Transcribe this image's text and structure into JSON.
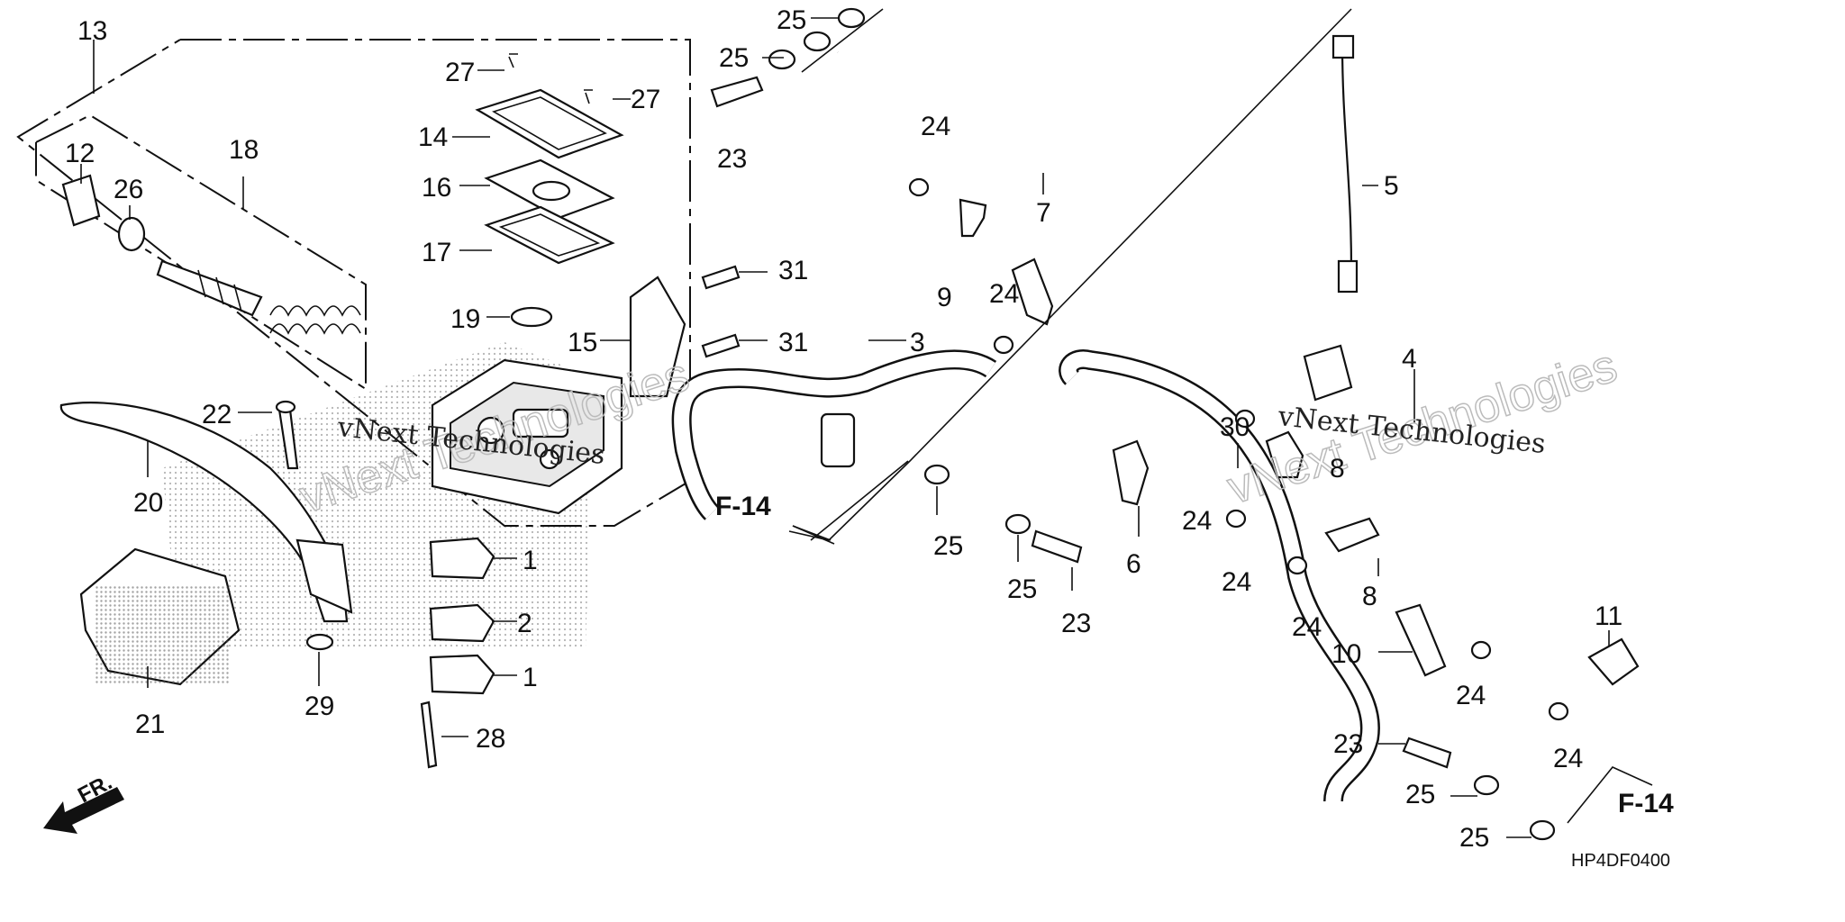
{
  "diagram_code": "HP4DF0400",
  "watermark": {
    "line1": "vNext Technologies",
    "line2": "vNext Technologies"
  },
  "direction": {
    "label": "FR."
  },
  "refs": {
    "left": "F-14",
    "right": "F-14"
  },
  "callouts": {
    "c13": "13",
    "c12": "12",
    "c26": "26",
    "c18": "18",
    "c27a": "27",
    "c27b": "27",
    "c14": "14",
    "c16": "16",
    "c17": "17",
    "c19": "19",
    "c15": "15",
    "c22": "22",
    "c20": "20",
    "c21": "21",
    "c29": "29",
    "c1a": "1",
    "c2": "2",
    "c1b": "1",
    "c28": "28",
    "c25a": "25",
    "c25b": "25",
    "c23a": "23",
    "c31a": "31",
    "c31b": "31",
    "c3": "3",
    "c24a": "24",
    "c9": "9",
    "c7": "7",
    "c24b": "24",
    "c25c": "25",
    "c25d": "25",
    "c23b": "23",
    "c6": "6",
    "c24c": "24",
    "c30": "30",
    "c8a": "8",
    "c24d": "24",
    "c5": "5",
    "c4": "4",
    "c8b": "8",
    "c24e": "24",
    "c10": "10",
    "c24f": "24",
    "c11": "11",
    "c24g": "24",
    "c23c": "23",
    "c25e": "25",
    "c25f": "25"
  }
}
